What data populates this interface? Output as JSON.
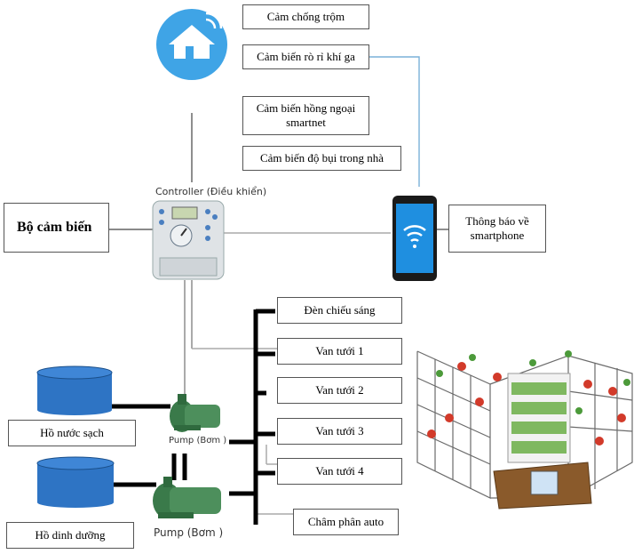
{
  "sensors": {
    "theft": "Cảm chống trộm",
    "gas": "Cảm biến rò rỉ khí ga",
    "infrared": "Cảm biến hồng ngoại smartnet",
    "dust": "Cảm biến độ bụi trong nhà"
  },
  "labels": {
    "controller": "Controller (Điều khiển)",
    "sensor_group": "Bộ cảm biến",
    "notify": "Thông báo về smartphone",
    "pump1": "Pump (Bơm )",
    "pump2": "Pump (Bơm )",
    "clean_tank": "Hồ nước sạch",
    "nutrient_tank": "Hồ dinh dưỡng"
  },
  "outputs": {
    "light": "Đèn chiếu sáng",
    "valve1": "Van tưới 1",
    "valve2": "Van tưới 2",
    "valve3": "Van tưới 3",
    "valve4": "Van tưới 4",
    "fertilizer": "Châm phân auto"
  },
  "colors": {
    "home_circle": "#3fa4e6",
    "tank": "#2e74c4",
    "pump": "#3a7a4a",
    "phone_screen": "#1f8fe0",
    "link_line": "#7ab0d8"
  }
}
